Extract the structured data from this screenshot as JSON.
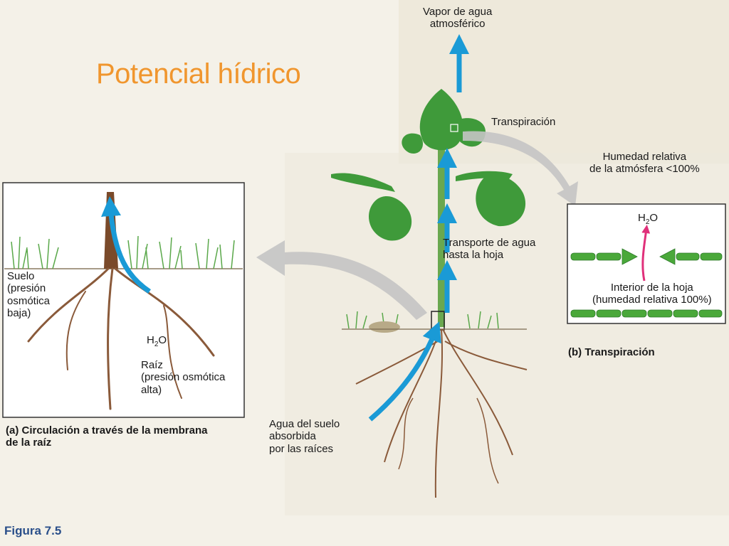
{
  "title": "Potencial hídrico",
  "figure_label": "Figura 7.5",
  "labels": {
    "vapor": "Vapor de agua\natmosférico",
    "transpiracion": "Transpiración",
    "humedad_atm": "Humedad relativa\nde la atmósfera <100%",
    "transporte": "Transporte de agua\nhasta la hoja",
    "interior_hoja": "Interior de la hoja\n(humedad relativa 100%)",
    "suelo": "Suelo\n(presión\nosmótica\nbaja)",
    "raiz": "Raíz\n(presión osmótica\nalta)",
    "agua_suelo": "Agua del suelo\nabsorbida\npor las raíces",
    "h2o_root": "H2O",
    "h2o_leaf": "H2O"
  },
  "captions": {
    "a": "(a) Circulación a través de la membrana\n     de la raíz",
    "b": "(b) Transpiración"
  },
  "colors": {
    "title": "#f0962e",
    "arrow_blue": "#1a9ad6",
    "arrow_gray": "#b5b5b5",
    "leaf_green": "#3f9a3a",
    "root_brown": "#8a5a3a",
    "arrow_pink": "#e0307a"
  }
}
